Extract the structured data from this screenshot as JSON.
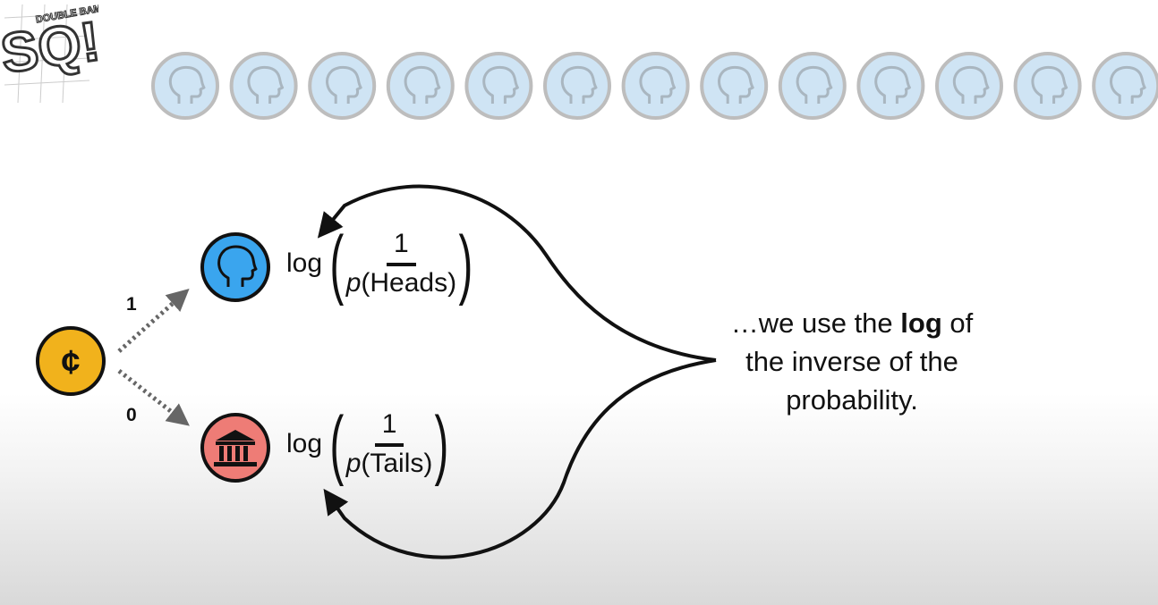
{
  "logo": {
    "letters": "SQ!",
    "caption": "DOUBLE BAM!!!"
  },
  "top_row": {
    "count": 13,
    "coin_icon": "head-silhouette-icon",
    "color": "#cfe4f4",
    "border": "#bdbdbd"
  },
  "source_coin": {
    "symbol": "¢",
    "color": "#f1b21c"
  },
  "edges": {
    "heads_label": "1",
    "tails_label": "0"
  },
  "heads": {
    "icon": "head-silhouette-icon",
    "color": "#3aa5ee",
    "fn": "log",
    "numerator": "1",
    "den_p": "p",
    "den_text": "(Heads)"
  },
  "tails": {
    "icon": "bank-building-icon",
    "color": "#ee7c76",
    "fn": "log",
    "numerator": "1",
    "den_p": "p",
    "den_text": "(Tails)"
  },
  "note": {
    "line1_pre": "…we use the ",
    "line1_bold": "log",
    "line1_post": " of",
    "line2": "the inverse of the",
    "line3": "probability."
  }
}
